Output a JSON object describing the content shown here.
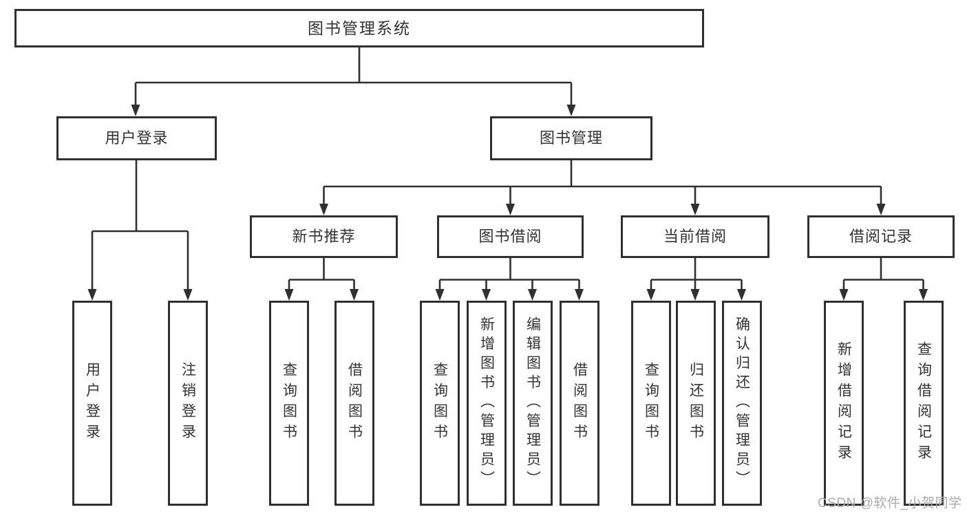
{
  "colors": {
    "line": "#303030",
    "border": "#303030",
    "text": "#333333",
    "watermark": "#ababab",
    "background": "#ffffff"
  },
  "watermark": {
    "text": "CSDN @软件_小贺同学"
  },
  "diagram": {
    "root": {
      "label": "图书管理系统"
    },
    "level1": [
      {
        "id": "user-login",
        "label": "用户登录"
      },
      {
        "id": "book-management",
        "label": "图书管理"
      }
    ],
    "level2": [
      {
        "id": "new-book-recommend",
        "label": "新书推荐",
        "parent": "图书管理"
      },
      {
        "id": "book-borrow",
        "label": "图书借阅",
        "parent": "图书管理"
      },
      {
        "id": "current-borrow",
        "label": "当前借阅",
        "parent": "图书管理"
      },
      {
        "id": "borrow-records",
        "label": "借阅记录",
        "parent": "图书管理"
      }
    ],
    "leaves": [
      {
        "id": "leaf-user-login",
        "label": "用户登录",
        "parent": "用户登录"
      },
      {
        "id": "leaf-logout",
        "label": "注销登录",
        "parent": "用户登录"
      },
      {
        "id": "leaf-query-book-1",
        "label": "查询图书",
        "parent": "新书推荐"
      },
      {
        "id": "leaf-borrow-book-1",
        "label": "借阅图书",
        "parent": "新书推荐"
      },
      {
        "id": "leaf-query-book-2",
        "label": "查询图书",
        "parent": "图书借阅"
      },
      {
        "id": "leaf-add-book",
        "label": "新增图书（管理员）",
        "parent": "图书借阅"
      },
      {
        "id": "leaf-edit-book",
        "label": "编辑图书（管理员）",
        "parent": "图书借阅"
      },
      {
        "id": "leaf-borrow-book-2",
        "label": "借阅图书",
        "parent": "图书借阅"
      },
      {
        "id": "leaf-query-book-3",
        "label": "查询图书",
        "parent": "当前借阅"
      },
      {
        "id": "leaf-return-book",
        "label": "归还图书",
        "parent": "当前借阅"
      },
      {
        "id": "leaf-confirm-return",
        "label": "确认归还（管理员）",
        "parent": "当前借阅"
      },
      {
        "id": "leaf-add-borrow-record",
        "label": "新增借阅记录",
        "parent": "借阅记录"
      },
      {
        "id": "leaf-query-borrow-record",
        "label": "查询借阅记录",
        "parent": "借阅记录"
      }
    ]
  }
}
